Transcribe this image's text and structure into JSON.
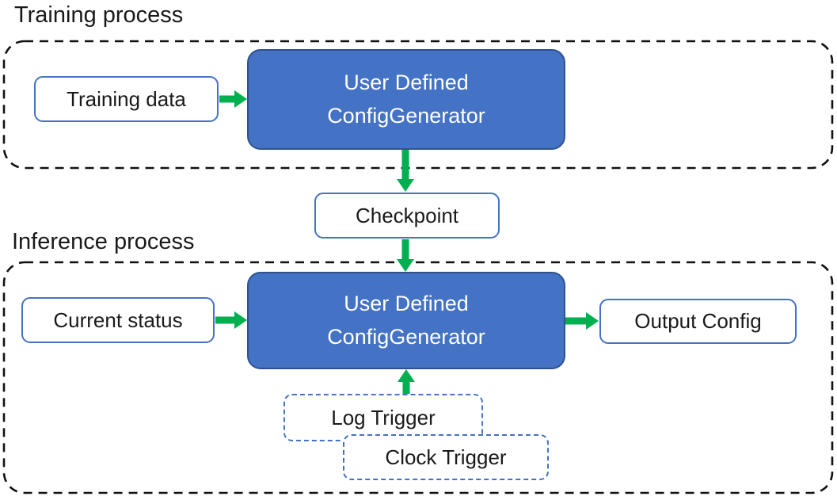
{
  "colors": {
    "box_blue_fill": "#4472C4",
    "box_blue_border": "#2F528F",
    "outline_blue": "#4472C4",
    "arrow_green": "#00B050",
    "container_dash": "#111111",
    "text_dark": "#1a1a1a",
    "text_white": "#ffffff"
  },
  "training": {
    "label": "Training process",
    "input_box": "Training data",
    "generator": {
      "line1": "User Defined",
      "line2": "ConfigGenerator"
    }
  },
  "checkpoint": {
    "label": "Checkpoint"
  },
  "inference": {
    "label": "Inference process",
    "input_box": "Current status",
    "generator": {
      "line1": "User Defined",
      "line2": "ConfigGenerator"
    },
    "output_box": "Output Config",
    "log_trigger": "Log Trigger",
    "clock_trigger": "Clock Trigger"
  }
}
